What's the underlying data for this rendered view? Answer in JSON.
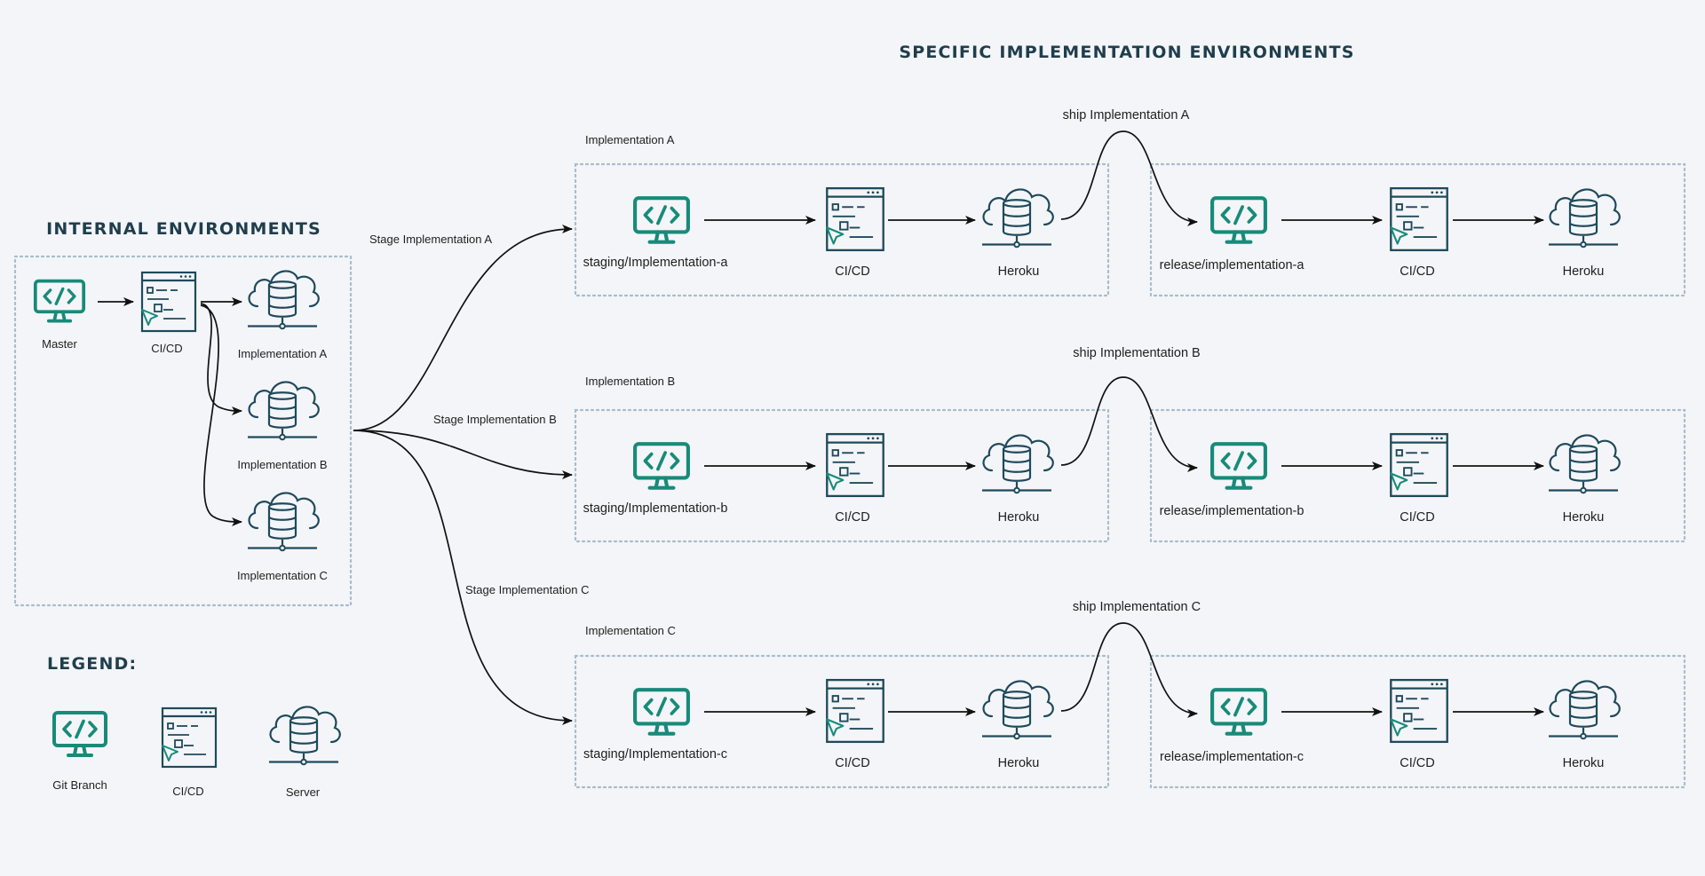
{
  "titles": {
    "specific": "SPECIFIC IMPLEMENTATION ENVIRONMENTS",
    "internal": "INTERNAL ENVIRONMENTS",
    "legend": "LEGEND:"
  },
  "internal": {
    "master": "Master",
    "cicd": "CI/CD",
    "impl_a": "Implementation A",
    "impl_b": "Implementation B",
    "impl_c": "Implementation C"
  },
  "stage_edges": {
    "a": "Stage Implementation A",
    "b": "Stage Implementation B",
    "c": "Stage Implementation C"
  },
  "pipelines": [
    {
      "group": "Implementation A",
      "ship": "ship Implementation A",
      "staging_branch": "staging/Implementation-a",
      "staging_cicd": "CI/CD",
      "staging_server": "Heroku",
      "release_branch": "release/implementation-a",
      "release_cicd": "CI/CD",
      "release_server": "Heroku"
    },
    {
      "group": "Implementation B",
      "ship": "ship Implementation B",
      "staging_branch": "staging/Implementation-b",
      "staging_cicd": "CI/CD",
      "staging_server": "Heroku",
      "release_branch": "release/implementation-b",
      "release_cicd": "CI/CD",
      "release_server": "Heroku"
    },
    {
      "group": "Implementation C",
      "ship": "ship Implementation C",
      "staging_branch": "staging/Implementation-c",
      "staging_cicd": "CI/CD",
      "staging_server": "Heroku",
      "release_branch": "release/implementation-c",
      "release_cicd": "CI/CD",
      "release_server": "Heroku"
    }
  ],
  "legend": {
    "git_branch": "Git Branch",
    "cicd": "CI/CD",
    "server": "Server"
  },
  "colors": {
    "background": "#f4f5f8",
    "teal": "#178b7a",
    "navy": "#1f4a5c",
    "dashed_border": "#a9bccb"
  }
}
